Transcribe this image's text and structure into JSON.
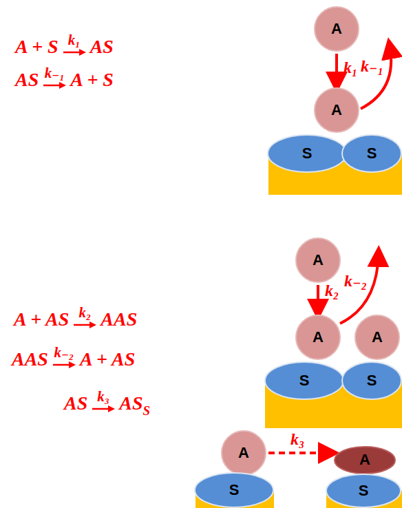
{
  "diagram": {
    "nodes": [
      {
        "text": [
          "A"
        ]
      },
      {
        "text": [
          "A"
        ]
      },
      {
        "text": [
          "S"
        ]
      },
      {
        "text": [
          "S"
        ]
      },
      {
        "text": [
          "A"
        ]
      },
      {
        "text": [
          "A"
        ]
      },
      {
        "text": [
          "A"
        ]
      },
      {
        "text": [
          "S"
        ]
      },
      {
        "text": [
          "S"
        ]
      },
      {
        "text": [
          "A"
        ]
      },
      {
        "text": [
          "S"
        ]
      },
      {
        "text": [
          "A"
        ]
      },
      {
        "text": [
          "S"
        ]
      }
    ],
    "edges": [
      {
        "from": 0,
        "to": 1,
        "arrow": "to",
        "label": "k₁"
      },
      {
        "from": 4,
        "to": 5,
        "arrow": "to",
        "label": "k₂"
      },
      {
        "from": 9,
        "to": 11,
        "arrow": "to",
        "label": "k₃"
      }
    ],
    "labels": [
      "A + S",
      "k₁",
      "AS",
      "AS",
      "k₋₁",
      "A + S",
      "A + AS",
      "k₂",
      "AAS",
      "AAS",
      "k₋₂",
      "A + AS",
      "AS",
      "k₃",
      "AS",
      "S",
      "k₋₁",
      "k₋₂"
    ]
  }
}
